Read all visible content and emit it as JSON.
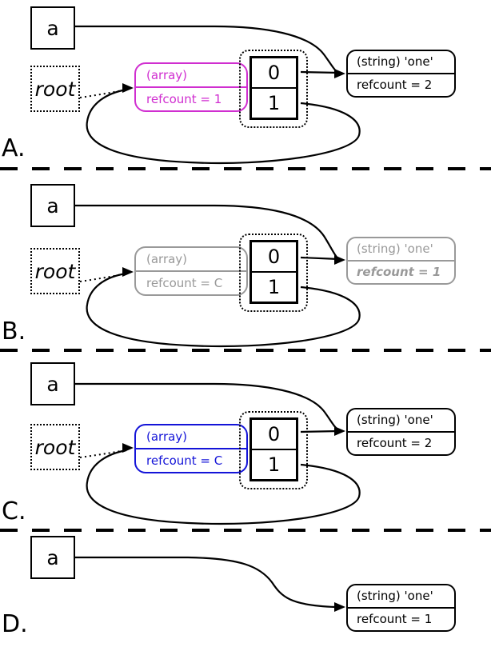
{
  "colors": {
    "black": "#000000",
    "magenta": "#d02ed0",
    "gray": "#999999",
    "blue": "#1414d8"
  },
  "sections": [
    {
      "label": "A.",
      "variable": "a",
      "root": "root",
      "array": {
        "line1": "(array)",
        "line2": "refcount = 1",
        "color": "#d02ed0"
      },
      "hash": {
        "cells": [
          "0",
          "1"
        ]
      },
      "string": {
        "line1": "(string) 'one'",
        "line2": "refcount = 2",
        "color": "#000000"
      }
    },
    {
      "label": "B.",
      "variable": "a",
      "root": "root",
      "array": {
        "line1": "(array)",
        "line2": "refcount = C",
        "color": "#999999"
      },
      "hash": {
        "cells": [
          "0",
          "1"
        ]
      },
      "string": {
        "line1": "(string) 'one'",
        "line2": "refcount = 1",
        "color": "#999999"
      }
    },
    {
      "label": "C.",
      "variable": "a",
      "root": "root",
      "array": {
        "line1": "(array)",
        "line2": "refcount = C",
        "color": "#1414d8"
      },
      "hash": {
        "cells": [
          "0",
          "1"
        ]
      },
      "string": {
        "line1": "(string) 'one'",
        "line2": "refcount = 2",
        "color": "#000000"
      }
    },
    {
      "label": "D.",
      "variable": "a",
      "string": {
        "line1": "(string) 'one'",
        "line2": "refcount = 1",
        "color": "#000000"
      }
    }
  ]
}
